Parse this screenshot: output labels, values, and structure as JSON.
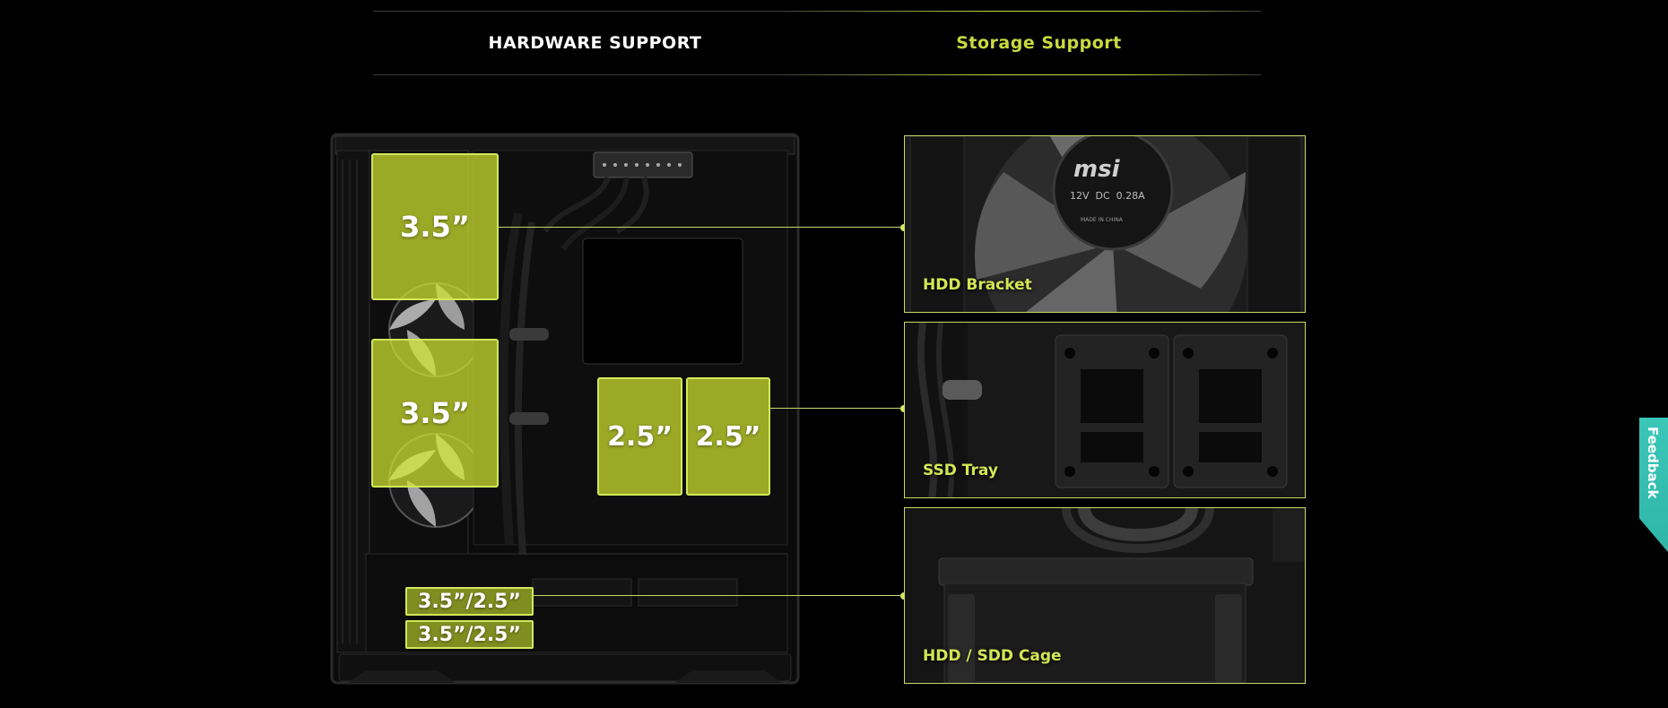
{
  "tabs": [
    {
      "label": "HARDWARE SUPPORT",
      "active": false
    },
    {
      "label": "Storage Support",
      "active": true
    }
  ],
  "colors": {
    "accent": "#c9da3f",
    "badge_fill": "#d2e632",
    "panel_border": "#c9da66",
    "feedback": "#35bfb0"
  },
  "case": {
    "badges": {
      "top_bracket": "3.5”",
      "mid_bracket": "3.5”",
      "ssd_left": "2.5”",
      "ssd_right": "2.5”",
      "cage_upper": "3.5”/2.5”",
      "cage_lower": "3.5”/2.5”"
    }
  },
  "panels": {
    "hdd_bracket": {
      "label": "HDD Bracket",
      "fan_brand": "msi",
      "fan_spec": "12V  DC  0.28A",
      "fan_origin": "MADE IN CHINA"
    },
    "ssd_tray": {
      "label": "SSD Tray"
    },
    "hdd_cage": {
      "label": "HDD / SDD Cage"
    }
  },
  "feedback": {
    "label": "Feedback"
  }
}
